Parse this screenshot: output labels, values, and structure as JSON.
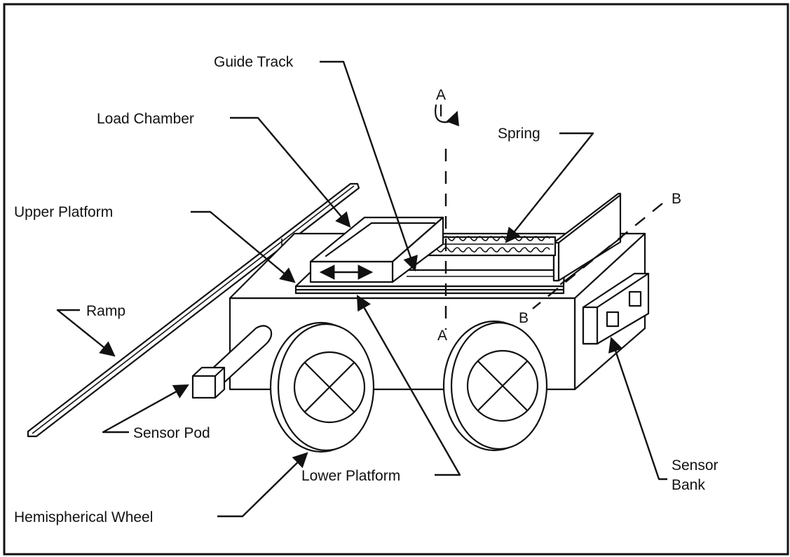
{
  "labels": {
    "guide_track": "Guide Track",
    "load_chamber": "Load Chamber",
    "spring": "Spring",
    "upper_platform": "Upper Platform",
    "ramp": "Ramp",
    "sensor_pod": "Sensor Pod",
    "lower_platform": "Lower Platform",
    "hemispherical_wheel": "Hemispherical Wheel",
    "sensor_bank_line1": "Sensor",
    "sensor_bank_line2": "Bank",
    "axis_a_top": "A",
    "axis_a_bottom": "A",
    "axis_b_top": "B",
    "axis_b_bottom": "B"
  }
}
